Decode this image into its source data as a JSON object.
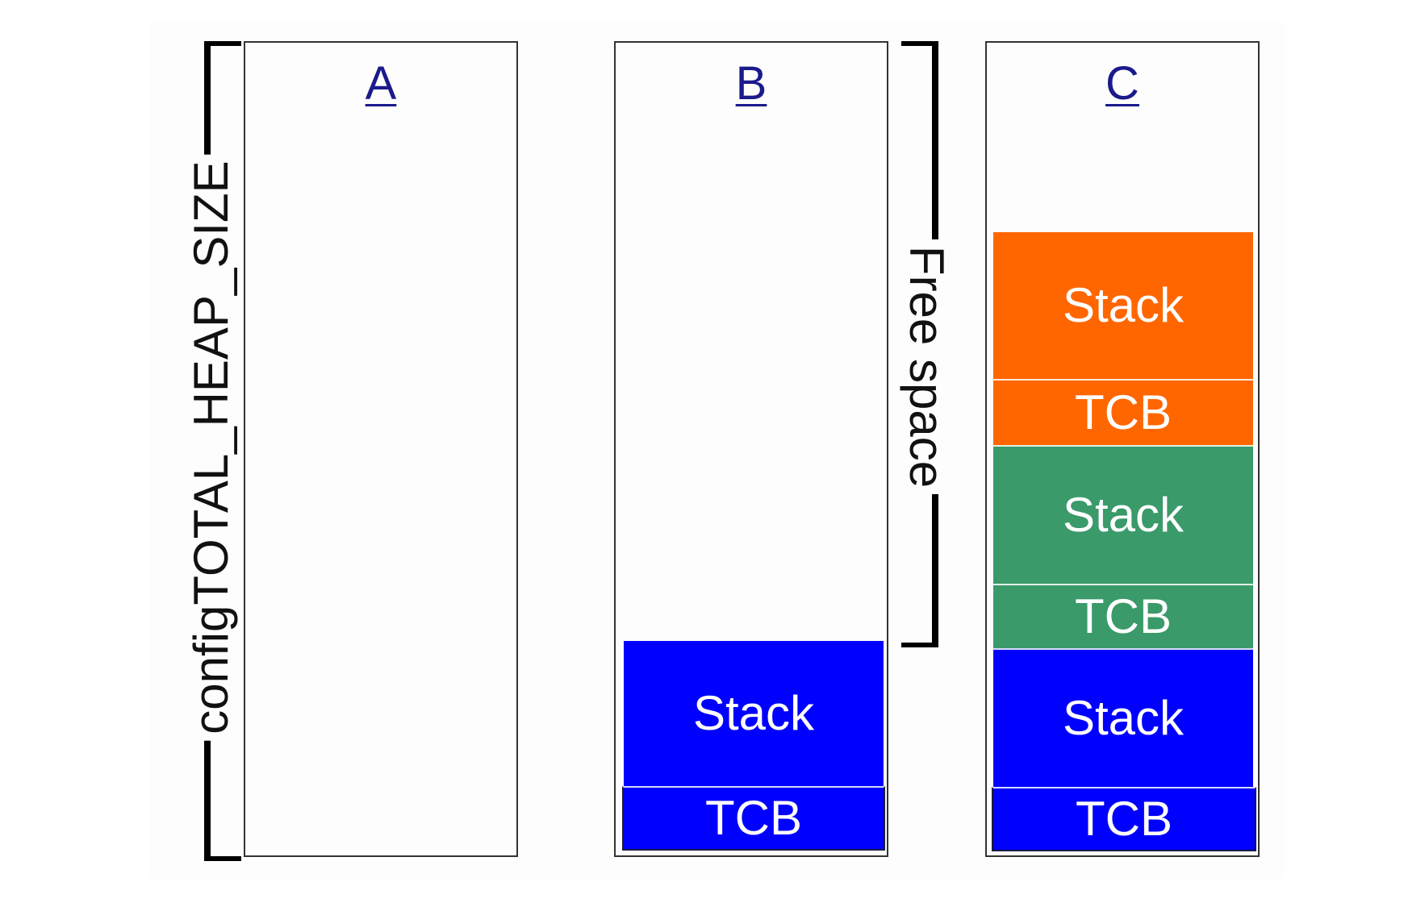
{
  "heap_size_label": "configTOTAL_HEAP_SIZE",
  "free_space_label": "Free space",
  "heaps": {
    "a": {
      "label": "A"
    },
    "b": {
      "label": "B",
      "stack_label": "Stack",
      "tcb_label": "TCB"
    },
    "c": {
      "label": "C",
      "stack_1_label": "Stack",
      "tcb_1_label": "TCB",
      "stack_2_label": "Stack",
      "tcb_2_label": "TCB",
      "stack_3_label": "Stack",
      "tcb_3_label": "TCB"
    }
  },
  "colors": {
    "task_1": "#0000ff",
    "task_2": "#3a9a6a",
    "task_3": "#ff6600"
  }
}
